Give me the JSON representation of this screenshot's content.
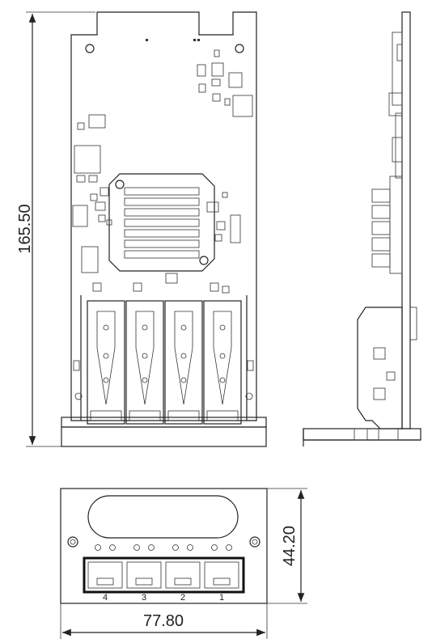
{
  "dimensions": {
    "height": "165.50",
    "depth": "44.20",
    "width": "77.80"
  },
  "ports": [
    "4",
    "3",
    "2",
    "1"
  ],
  "colors": {
    "line": "#222222",
    "background": "#ffffff"
  }
}
